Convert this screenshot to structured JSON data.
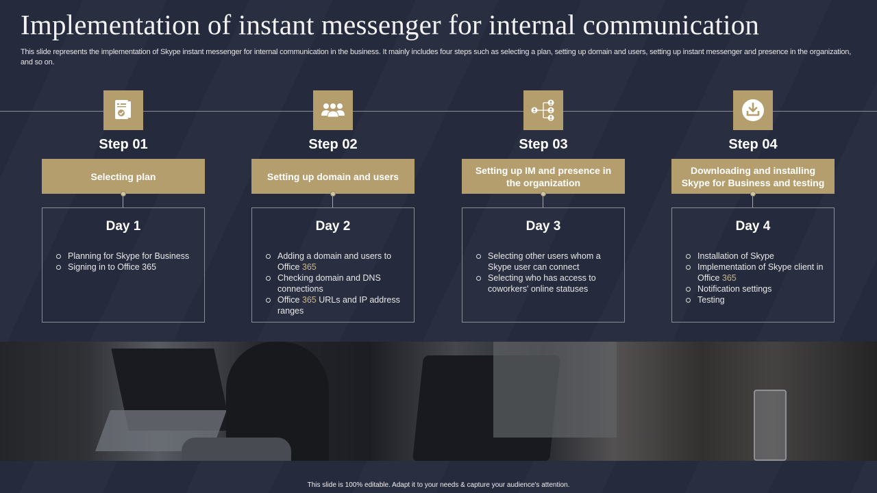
{
  "slide": {
    "title": "Implementation of instant messenger for internal communication",
    "subtitle": "This slide represents the implementation of Skype instant messenger for internal communication in the business. It mainly includes four steps such as selecting a plan, setting up domain and users, setting up instant messenger and presence in the organization, and so on.",
    "footer": "This slide is 100% editable. Adapt it to your needs & capture your audience's attention."
  },
  "colors": {
    "background": "#262a3d",
    "accent_gold": "#b59e6d",
    "highlight_text": "#c9b78e",
    "border": "#8a8c96"
  },
  "steps": [
    {
      "icon": "document-check-icon",
      "label": "Step 01",
      "heading": "Selecting plan",
      "day": "Day 1",
      "items": [
        {
          "pre": "Planning for Skype for Business",
          "hl": "",
          "post": ""
        },
        {
          "pre": "Signing in to Office 365",
          "hl": "",
          "post": ""
        }
      ]
    },
    {
      "icon": "users-group-icon",
      "label": "Step 02",
      "heading": "Setting up domain and users",
      "day": "Day 2",
      "items": [
        {
          "pre": "Adding a domain and users to Office ",
          "hl": "365",
          "post": ""
        },
        {
          "pre": "Checking domain and DNS connections",
          "hl": "",
          "post": ""
        },
        {
          "pre": "Office ",
          "hl": "365",
          "post": " URLs and IP address ranges"
        }
      ]
    },
    {
      "icon": "org-hierarchy-icon",
      "label": "Step 03",
      "heading": "Setting up IM and presence in the organization",
      "day": "Day 3",
      "items": [
        {
          "pre": "Selecting other users whom a Skype user can connect",
          "hl": "",
          "post": ""
        },
        {
          "pre": "Selecting who has access to coworkers' online statuses",
          "hl": "",
          "post": ""
        }
      ]
    },
    {
      "icon": "download-icon",
      "label": "Step 04",
      "heading": "Downloading and installing Skype for Business and testing",
      "day": "Day 4",
      "items": [
        {
          "pre": "Installation of Skype",
          "hl": "",
          "post": ""
        },
        {
          "pre": "Implementation of Skype client in Office ",
          "hl": "365",
          "post": ""
        },
        {
          "pre": "Notification settings",
          "hl": "",
          "post": ""
        },
        {
          "pre": "Testing",
          "hl": "",
          "post": ""
        }
      ]
    }
  ],
  "photo": {
    "description": "people working on laptops in an office, one wearing headphones"
  }
}
